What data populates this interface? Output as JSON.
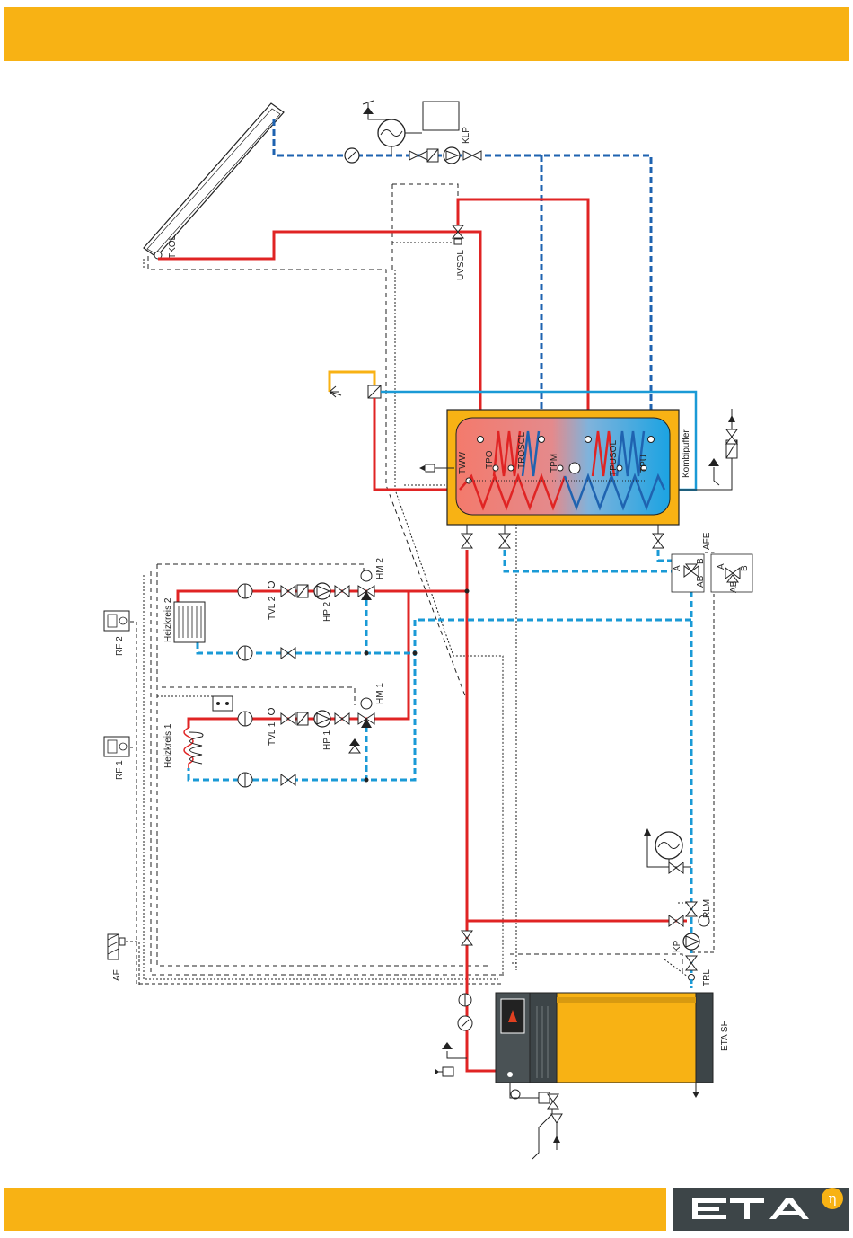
{
  "brand": {
    "logo_text": "ETA",
    "logo_badge": "η",
    "accent_color": "#f8b214",
    "dark_color": "#3d4548"
  },
  "colors": {
    "flow": "#e02424",
    "return": "#1a9ad6",
    "collector_loop": "#1f63b0",
    "boiler": "#f8b214",
    "hot_tank": "#f2726a",
    "cold_tank": "#2ea7e0",
    "control_wiring": "#222222"
  },
  "labels": {
    "tkol": "TKOL",
    "klp": "KLP",
    "uvsol": "UVSOL",
    "tww": "TWW",
    "tpo": "TPO",
    "trosol": "TROSOL",
    "tpm": "TPM",
    "tpusol": "TPUSOL",
    "tpu": "TPU",
    "kombipuffer": "Kombipuffer",
    "afe": "AFE",
    "valve_a": "A",
    "valve_b": "B",
    "valve_ab": "AB",
    "valve2_a": "A",
    "valve2_b": "B",
    "valve2_ab": "AB",
    "hm2": "HM 2",
    "tvl2": "TVL 2",
    "hp2": "HP 2",
    "heizkreis2": "Heizkreis 2",
    "rf2": "RF 2",
    "hm1": "HM 1",
    "tvl1": "TVL 1",
    "hp1": "HP 1",
    "heizkreis1": "Heizkreis 1",
    "rf1": "RF 1",
    "af": "AF",
    "rlm": "RLM",
    "kp": "KP",
    "trl": "TRL",
    "eta_sh": "ETA SH"
  }
}
